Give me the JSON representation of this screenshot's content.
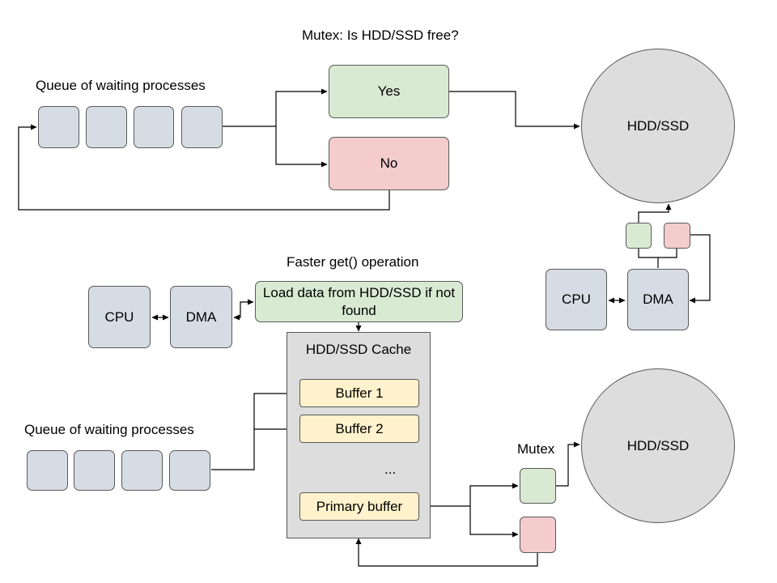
{
  "top": {
    "title": "Mutex: Is HDD/SSD free?",
    "queue_label": "Queue of waiting processes",
    "yes_label": "Yes",
    "no_label": "No",
    "storage_label": "HDD/SSD",
    "cpu_label": "CPU",
    "dma_label": "DMA"
  },
  "bottom": {
    "title": "Faster get() operation",
    "cpu_label": "CPU",
    "dma_label": "DMA",
    "load_label": "Load data from HDD/SSD if not found",
    "cache_title": "HDD/SSD Cache",
    "buffers": [
      "Buffer 1",
      "Buffer 2"
    ],
    "ellipsis": "...",
    "primary_buffer": "Primary buffer",
    "queue_label": "Queue of waiting processes",
    "mutex_label": "Mutex",
    "storage_label": "HDD/SSD"
  },
  "colors": {
    "process_grey": "#d6dce4",
    "mutex_free_green": "#d9ead3",
    "mutex_busy_red": "#f4cccc",
    "buffer_yellow": "#fff2cc",
    "storage_grey": "#dddddd",
    "line": "#000000"
  }
}
